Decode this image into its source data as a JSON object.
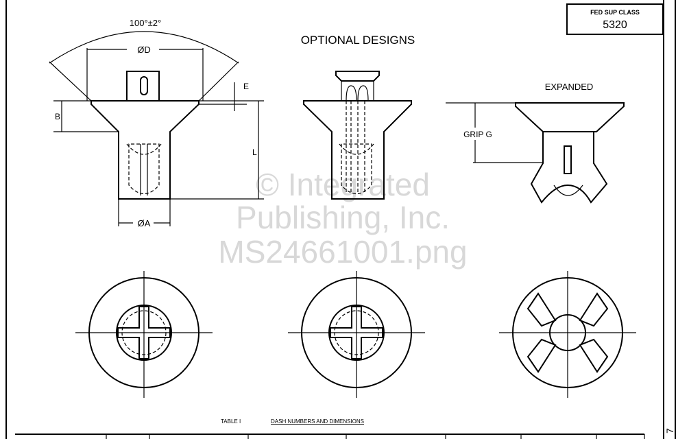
{
  "title": "OPTIONAL DESIGNS",
  "class_box": {
    "label": "FED SUP CLASS",
    "value": "5320"
  },
  "dimensions": {
    "angle": "100°±2°",
    "head_diameter": "ØD",
    "e": "E",
    "b": "B",
    "length": "L",
    "shank_diameter": "ØA",
    "grip": "GRIP G"
  },
  "expanded_label": "EXPANDED",
  "table": {
    "number": "TABLE I",
    "caption": "DASH NUMBERS AND DIMENSIONS"
  },
  "sheet_mark": "7",
  "watermark": [
    "© Integrated",
    "Publishing, Inc.",
    "MS24661001.png"
  ]
}
